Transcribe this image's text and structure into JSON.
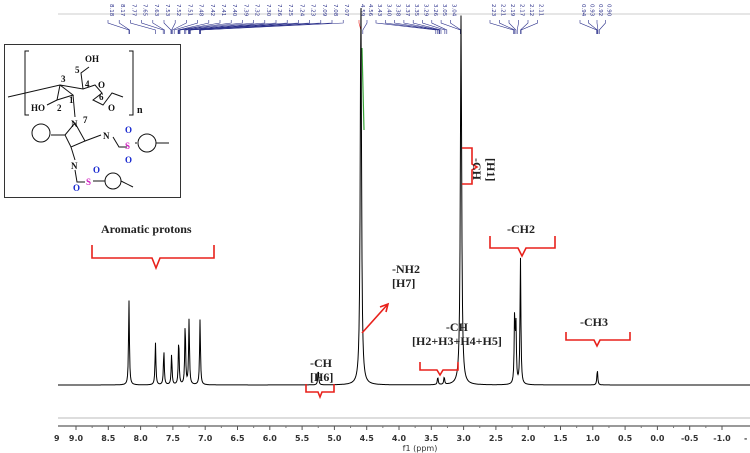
{
  "chart_data": {
    "type": "line",
    "xlabel": "f1 (ppm)",
    "xlim": [
      9.0,
      -1.0
    ],
    "x_reversed": true,
    "x_ticks": [
      "9.0",
      "8.5",
      "8.0",
      "7.5",
      "7.0",
      "6.5",
      "6.0",
      "5.5",
      "5.0",
      "4.5",
      "4.0",
      "3.5",
      "3.0",
      "2.5",
      "2.0",
      "1.5",
      "1.0",
      "0.5",
      "0.0",
      "-0.5",
      "-1.0"
    ],
    "axis_edge_labels": {
      "left": "9",
      "right": "-"
    },
    "grid": false,
    "peaks": [
      {
        "ppm": 8.18,
        "intensity": 22
      },
      {
        "ppm": 7.77,
        "intensity": 11
      },
      {
        "ppm": 7.64,
        "intensity": 9
      },
      {
        "ppm": 7.52,
        "intensity": 8
      },
      {
        "ppm": 7.41,
        "intensity": 12
      },
      {
        "ppm": 7.31,
        "intensity": 16
      },
      {
        "ppm": 7.25,
        "intensity": 17
      },
      {
        "ppm": 7.08,
        "intensity": 17
      },
      {
        "ppm": 5.25,
        "intensity": 4
      },
      {
        "ppm": 4.59,
        "intensity": 100
      },
      {
        "ppm": 3.4,
        "intensity": 2
      },
      {
        "ppm": 3.3,
        "intensity": 2
      },
      {
        "ppm": 3.04,
        "intensity": 96
      },
      {
        "ppm": 2.21,
        "intensity": 18
      },
      {
        "ppm": 2.19,
        "intensity": 15
      },
      {
        "ppm": 2.12,
        "intensity": 33
      },
      {
        "ppm": 0.93,
        "intensity": 4
      }
    ],
    "peak_labels": [
      [
        "8.18",
        "8.17",
        "7.77",
        "7.65",
        "7.63",
        "7.53",
        "7.52",
        "7.51",
        "7.48",
        "7.42",
        "7.41",
        "7.40",
        "7.39",
        "7.32",
        "7.30",
        "7.26",
        "7.25",
        "7.24",
        "7.23",
        "7.09",
        "7.08",
        "7.07"
      ],
      [
        "4.59",
        "4.56"
      ],
      [
        "3.43",
        "3.40",
        "3.38",
        "3.37",
        "3.35",
        "3.29",
        "3.26",
        "3.05",
        "3.04"
      ],
      [
        "2.23",
        "2.21",
        "2.19",
        "2.17",
        "2.12",
        "2.11"
      ],
      [
        "0.94",
        "0.93",
        "0.92",
        "0.90"
      ]
    ],
    "highlighted_peak_label": "4.59",
    "annotations": {
      "aromatic": "Aromatic protons",
      "ch_h6_1": "-CH",
      "ch_h6_2": "[H6]",
      "nh2_1": "-NH2",
      "nh2_2": "[H7]",
      "ch_multi_1": "-CH",
      "ch_multi_2": "[H2+H3+H4+H5]",
      "ch2": "-CH2",
      "ch3": "-CH3",
      "h1_1": "-CH",
      "h1_2": "[H1]"
    },
    "colors": {
      "spectrum": "#000000",
      "annotation": "#e8211b",
      "peak_labels": "#2a2f8a",
      "integration": "#3aa63a"
    }
  },
  "structure": {
    "labels": [
      "OH",
      "5",
      "3",
      "4",
      "O",
      "6",
      "O",
      "1",
      "HO",
      "2",
      "7",
      "N",
      "N",
      "N",
      "S",
      "O",
      "O",
      "S",
      "O",
      "O"
    ],
    "repeat": "n"
  }
}
